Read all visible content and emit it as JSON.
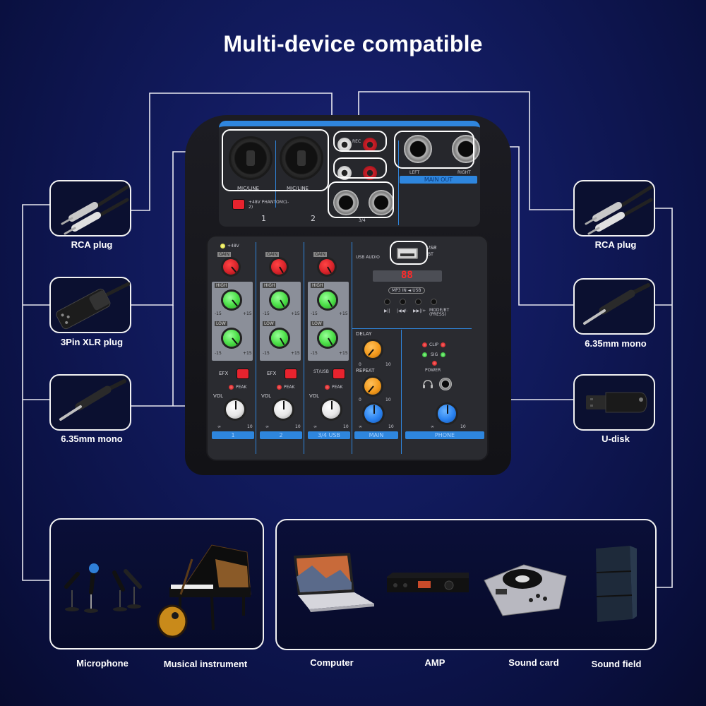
{
  "title": "Multi-device compatible",
  "left_devices": [
    {
      "label": "RCA plug",
      "icon": "rca-plug-icon"
    },
    {
      "label": "3Pin XLR plug",
      "icon": "xlr-plug-icon"
    },
    {
      "label": "6.35mm mono",
      "icon": "jack-plug-icon"
    }
  ],
  "right_devices": [
    {
      "label": "RCA plug",
      "icon": "rca-plug-icon"
    },
    {
      "label": "6.35mm mono",
      "icon": "jack-plug-icon"
    },
    {
      "label": "U-disk",
      "icon": "usb-drive-icon"
    }
  ],
  "input_group": {
    "items": [
      {
        "label": "Microphone",
        "icon": "microphone-icon"
      },
      {
        "label": "Musical instrument",
        "icon": "piano-guitar-icon"
      }
    ]
  },
  "output_group": {
    "items": [
      {
        "label": "Computer",
        "icon": "laptop-icon"
      },
      {
        "label": "AMP",
        "icon": "amplifier-icon"
      },
      {
        "label": "Sound card",
        "icon": "sound-card-icon"
      },
      {
        "label": "Sound field",
        "icon": "speaker-icon"
      }
    ]
  },
  "mixer": {
    "back": {
      "xlr_labels": [
        "MIC/LINE",
        "MIC/LINE"
      ],
      "phantom_label": "+48V PHANTOM(1-2)",
      "channel_numbers": [
        "1",
        "2"
      ],
      "rca_label": "REC",
      "stereo_label": "3/4",
      "mainout_left": "LEFT",
      "mainout_right": "RIGHT",
      "mainout_label": "MAIN OUT"
    },
    "front": {
      "phantom_led_label": "+48V",
      "gain_label": "GAIN",
      "high_label": "HIGH",
      "low_label": "LOW",
      "eq_min": "-15",
      "eq_max": "+15",
      "efx_labels": [
        "EFX",
        "EFX",
        "ST/USB"
      ],
      "peak_label": "PEAK",
      "vol_label": "VOL",
      "vol_min": "∞",
      "vol_max": "10",
      "channel_labels": [
        "1",
        "2",
        "3/4 USB",
        "MAIN",
        "PHONE"
      ],
      "usb_label": "USB",
      "bt_label": "BT",
      "usb_audio_label": "USB AUDIO",
      "display_value": "88",
      "mp3_label": "MP3 IN ◄ USB",
      "transport": [
        "▶||",
        "|◀◀/-",
        "▶▶|/+",
        "MODE/BT (PRESS)"
      ],
      "delay_label": "DELAY",
      "repeat_label": "REPEAT",
      "fx_min": "0",
      "fx_max": "10",
      "clip_label": "CLIP",
      "sig_label": "SIG",
      "power_label": "POWER"
    }
  }
}
